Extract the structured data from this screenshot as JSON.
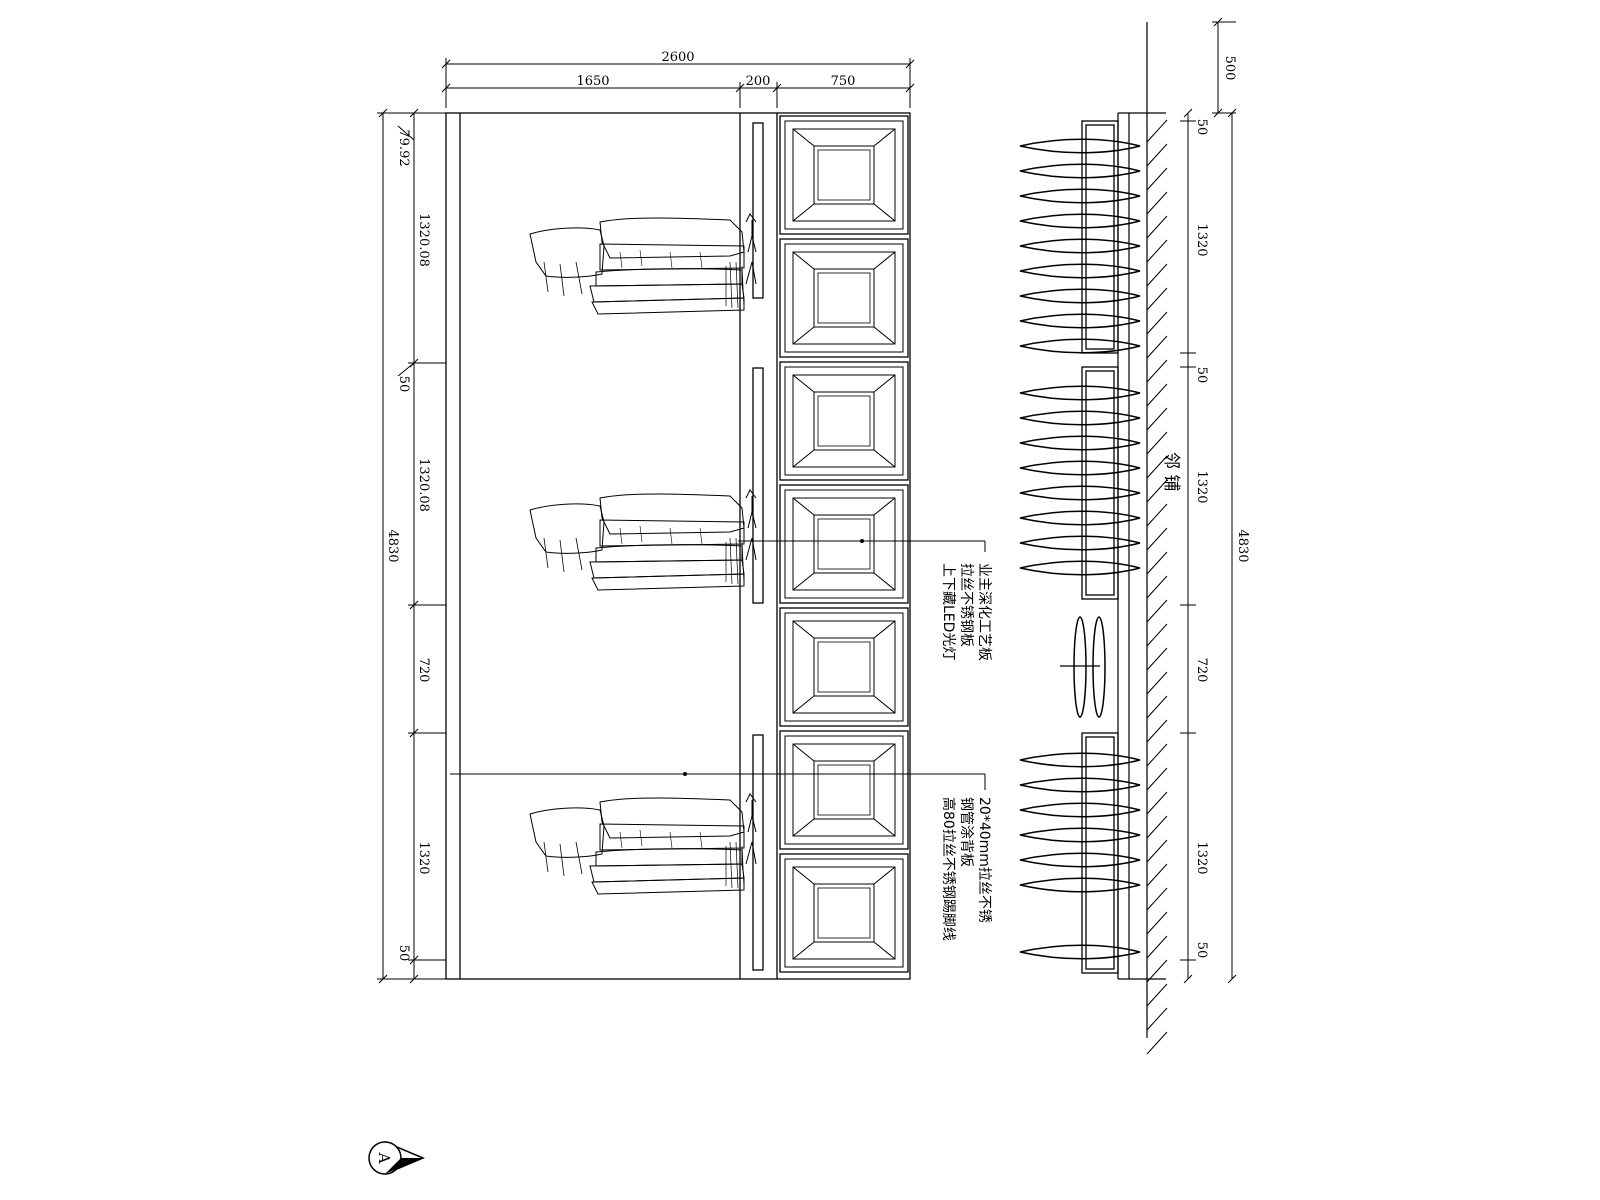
{
  "front_elevation": {
    "top_dims": {
      "total": "2600",
      "left": "1650",
      "middle": "200",
      "right": "750"
    },
    "left_dims": {
      "top_gap": "79.92",
      "upper": "1320.08",
      "gap": "50",
      "middle": "1320.08",
      "lower_gap": "720",
      "lower": "1320",
      "bottom": "50",
      "total": "4830"
    },
    "note_upper": [
      "业主深化工艺板",
      "拉丝不锈钢板",
      "上下藏LED光灯"
    ],
    "note_lower": [
      "20*40mm拉丝不锈",
      "钢管涂背板",
      "高80拉丝不锈钢踢脚线"
    ]
  },
  "side_section": {
    "top_dim": "500",
    "left_dims": {
      "top": "50",
      "upper": "1320",
      "gap": "50",
      "middle": "1320",
      "gap2": "720",
      "lower": "1320",
      "bottom": "50"
    },
    "total": "4830",
    "wall_label": "邻 铺"
  },
  "view_marker": "A",
  "icons": [
    "section-view-marker-icon",
    "hanging-clothes-icon",
    "hanger-icon"
  ]
}
